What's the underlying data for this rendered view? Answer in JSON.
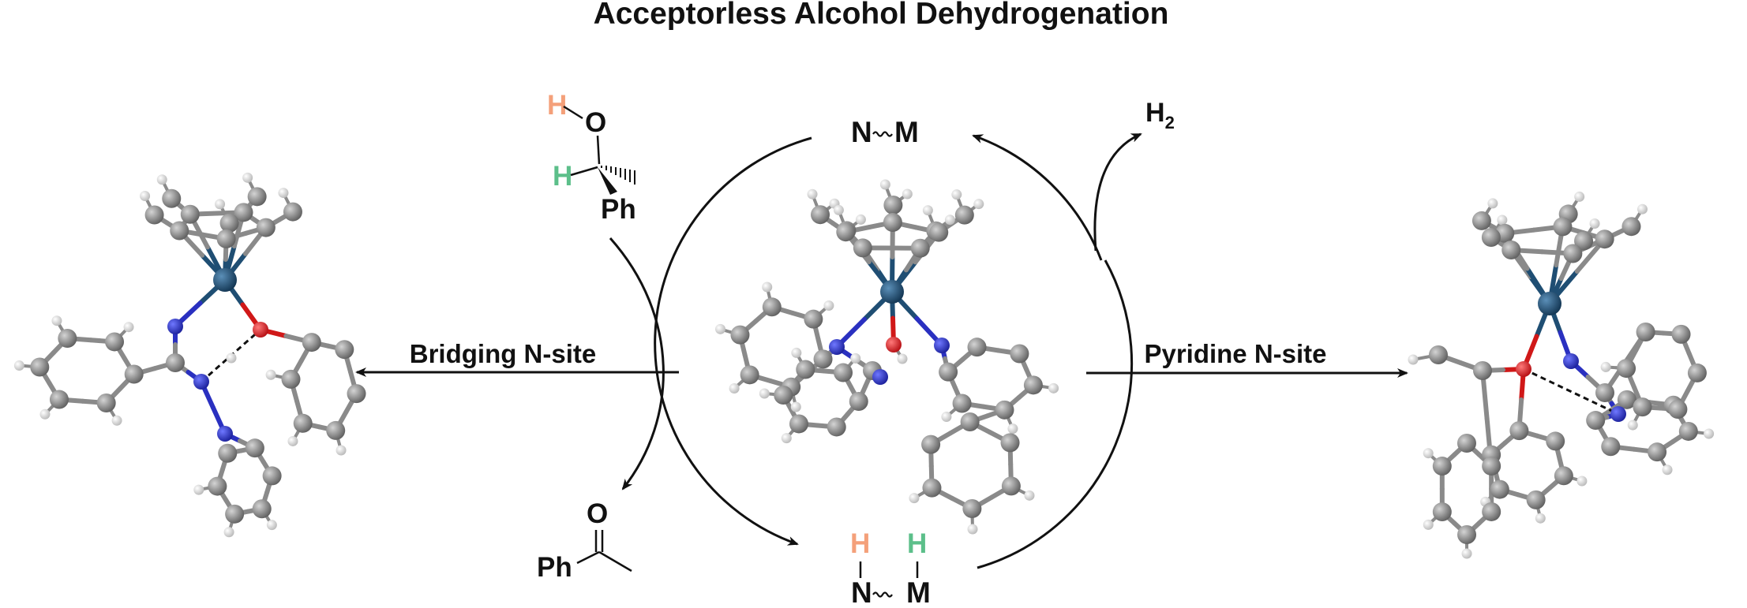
{
  "title": "Acceptorless Alcohol Dehydrogenation",
  "colors": {
    "proton_h": "#f4a07a",
    "hydride_h": "#5cbf8a",
    "metal": "#1f4e73",
    "nitrogen": "#2430c8",
    "oxygen": "#e0141c",
    "carbon": "#808080",
    "hydrogen": "#f2f2f2",
    "ink": "#111111"
  },
  "labels": {
    "left_site": "Bridging N-site",
    "right_site": "Pyridine N-site",
    "h2": "H",
    "h2_sub": "2"
  },
  "cycle": {
    "top_n": "N",
    "top_m": "M",
    "bottom_n": "N",
    "bottom_m": "M",
    "bottom_h_on_n": "H",
    "bottom_h_on_m": "H"
  },
  "substrate": {
    "h_on_o": "H",
    "oxygen": "O",
    "h_on_c": "H",
    "phenyl": "Ph"
  },
  "product": {
    "oxygen": "O",
    "phenyl": "Ph"
  },
  "models": {
    "left": "molecular-model-bridging-n-site",
    "center": "molecular-model-catalyst",
    "right": "molecular-model-pyridine-n-site"
  }
}
